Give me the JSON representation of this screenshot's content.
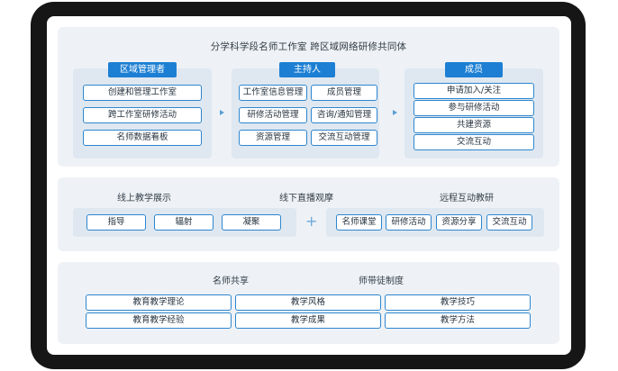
{
  "title": "分学科学段名师工作室  跨区域网络研修共同体",
  "columns": [
    {
      "header": "区域管理者",
      "items": [
        "创建和管理工作室",
        "跨工作室研修活动",
        "名师数据看板"
      ]
    },
    {
      "header": "主持人",
      "items": [
        "工作室信息管理",
        "成员管理",
        "研修活动管理",
        "咨询/通知管理",
        "资源管理",
        "交流互动管理"
      ]
    },
    {
      "header": "成员",
      "items": [
        "申请加入/关注",
        "参与研修活动",
        "共建资源",
        "交流互动"
      ]
    }
  ],
  "teaching": {
    "titles": [
      "线上教学展示",
      "线下直播观摩",
      "远程互动教研"
    ],
    "left_items": [
      "指导",
      "辐射",
      "凝聚"
    ],
    "plus": "+",
    "right_items": [
      "名师课堂",
      "研修活动",
      "资源分享",
      "交流互动"
    ]
  },
  "sharing": {
    "titles": [
      "名师共享",
      "师带徒制度"
    ],
    "items": [
      "教育教学理论",
      "教学风格",
      "教学技巧",
      "教育教学经验",
      "教学成果",
      "教学方法"
    ]
  },
  "colors": {
    "frame": "#161616",
    "panel": "#eef2f6",
    "inner": "#dfe8f0",
    "accent": "#1d7fd4",
    "border": "#2d86cf"
  }
}
